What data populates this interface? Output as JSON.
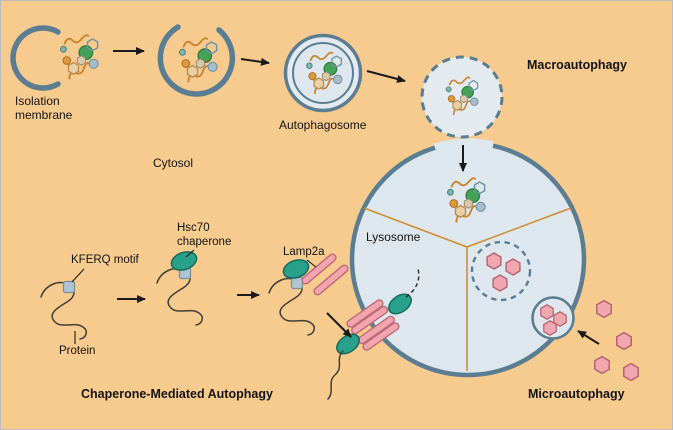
{
  "labels": {
    "isolation_membrane": "Isolation membrane",
    "autophagosome": "Autophagosome",
    "macroautophagy": "Macroautophagy",
    "cytosol": "Cytosol",
    "lysosome": "Lysosome",
    "kferq_motif": "KFERQ motif",
    "hsc70_chaperone": "Hsc70 chaperone",
    "lamp2a": "Lamp2a",
    "protein": "Protein",
    "chaperone_mediated_autophagy": "Chaperone-Mediated Autophagy",
    "microautophagy": "Microautophagy"
  },
  "colors": {
    "background": "#F7CA8E",
    "membrane": "#5A7D92",
    "lysosome_fill": "#DEE7ED",
    "vesicle_fill": "#E4EBF0",
    "divider_line": "#CF8A2D",
    "green_particle": "#44A257",
    "orange_squiggle": "#C98430",
    "pink_hexagon": "#F0A7AF",
    "teal_chaperone": "#27A08C",
    "lamp2a_pink": "#F2A5AE",
    "arrow": "#1A1A1A"
  }
}
